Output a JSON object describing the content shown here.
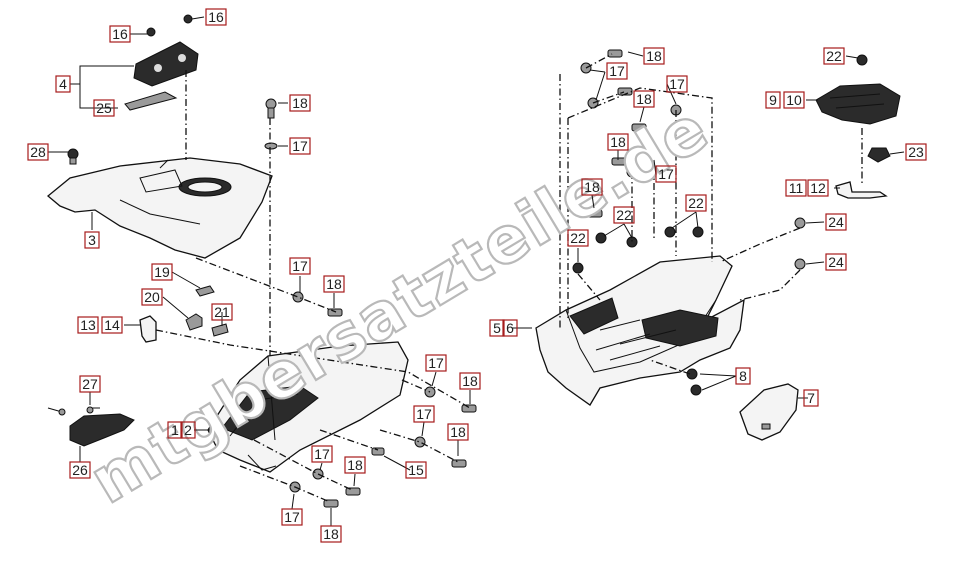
{
  "watermark": "mtgbersatzteile.de",
  "callouts": {
    "c1": "1",
    "c2": "2",
    "c3": "3",
    "c4": "4",
    "c5": "5",
    "c6": "6",
    "c7": "7",
    "c8": "8",
    "c9": "9",
    "c10": "10",
    "c11": "11",
    "c12": "12",
    "c13": "13",
    "c14": "14",
    "c15": "15",
    "c16": "16",
    "c17": "17",
    "c18": "18",
    "c19": "19",
    "c20": "20",
    "c21": "21",
    "c22": "22",
    "c23": "23",
    "c24": "24",
    "c25": "25",
    "c26": "26",
    "c27": "27",
    "c28": "28"
  }
}
